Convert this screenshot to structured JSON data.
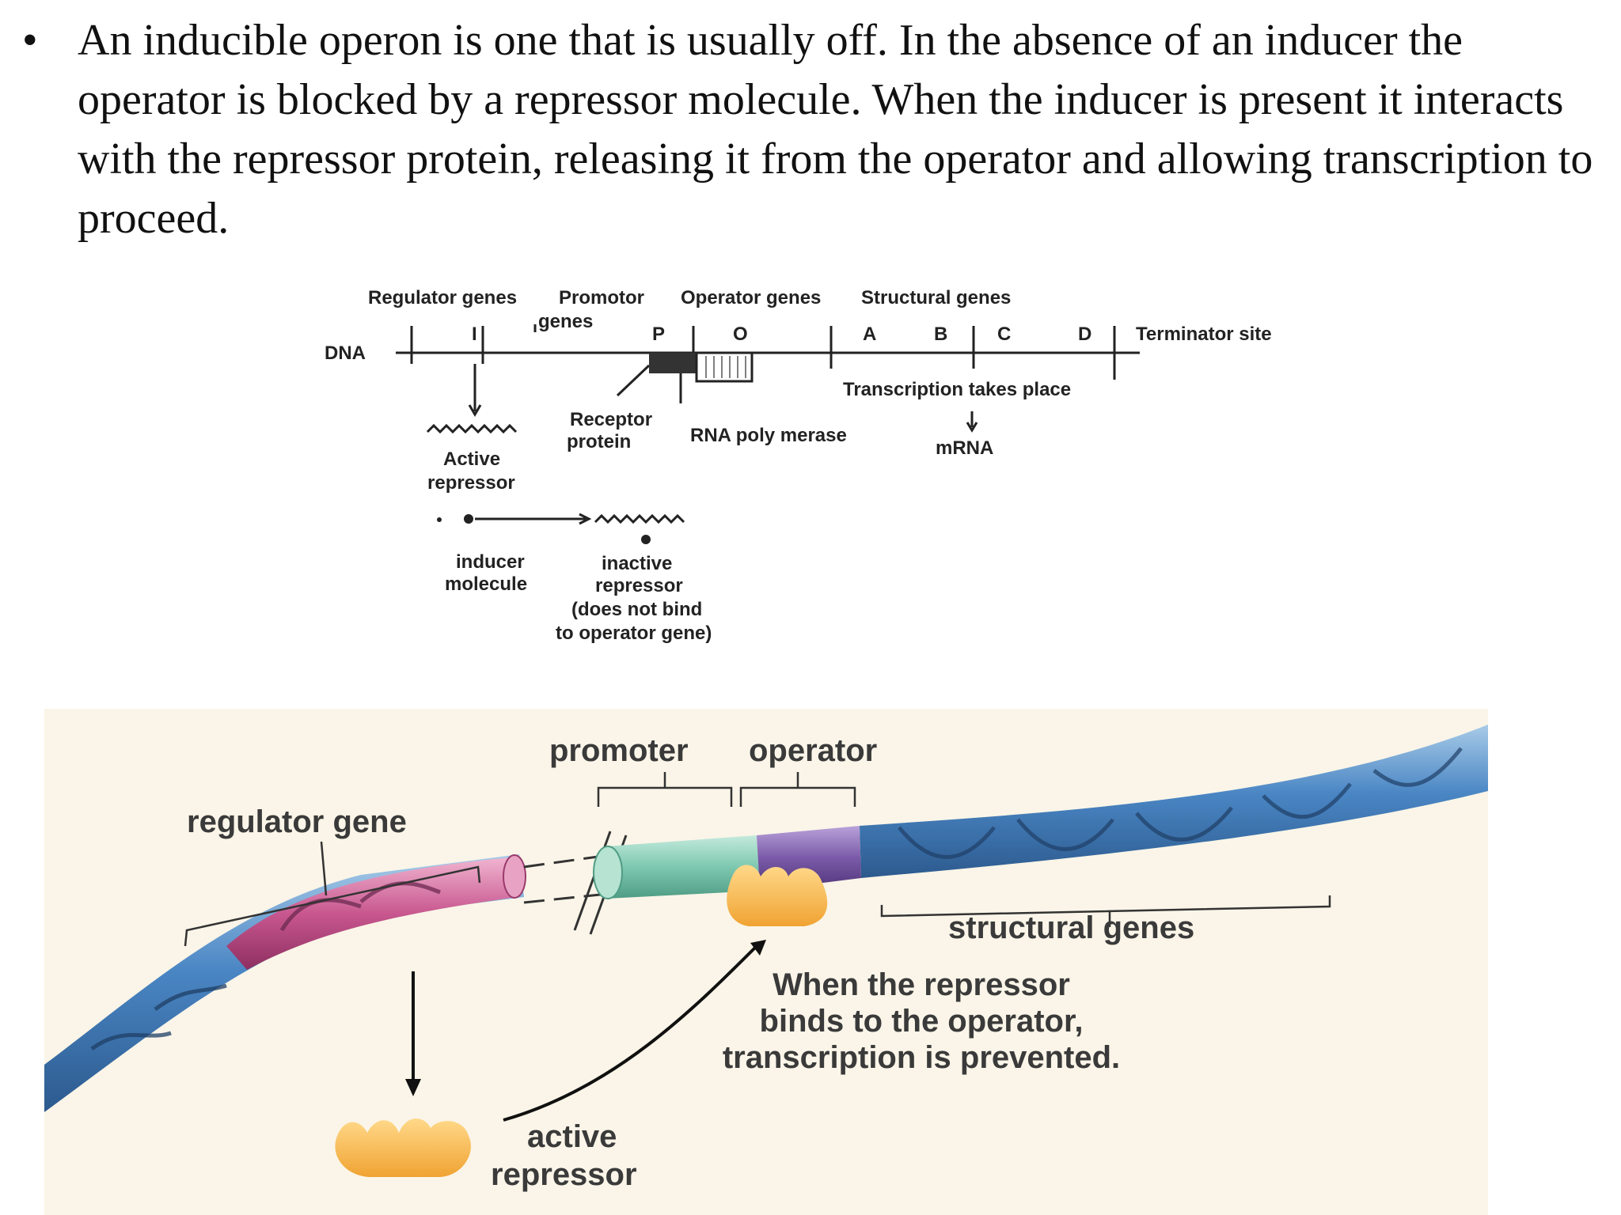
{
  "bullet": {
    "symbol": "•",
    "text": "An inducible operon is one that is usually off. In the absence of an inducer the operator is blocked by a repressor molecule. When the inducer is present it interacts with the repressor protein, releasing it from the operator and allowing transcription to proceed."
  },
  "sketch": {
    "regulator_genes": "Regulator genes",
    "promotor": "Promotor",
    "genes": "genes",
    "operator_genes": "Operator genes",
    "structural_genes": "Structural genes",
    "dna": "DNA",
    "i": "I",
    "p": "P",
    "o": "O",
    "a": "A",
    "b": "B",
    "c": "C",
    "d": "D",
    "terminator_site": "Terminator site",
    "transcription": "Transcription takes place",
    "receptor": "Receptor",
    "protein": "protein",
    "rna_polymerase": "RNA poly merase",
    "mrna": "mRNA",
    "active": "Active",
    "repressor": "repressor",
    "inducer": "inducer",
    "molecule": "molecule",
    "inactive": "inactive",
    "repressor2": "repressor",
    "does_not_bind": "(does not bind",
    "to_operator": "to operator gene)"
  },
  "illustration": {
    "promoter": "promoter",
    "operator": "operator",
    "regulator_gene": "regulator gene",
    "structural_genes": "structural genes",
    "caption_line1": "When the repressor",
    "caption_line2": "binds to the operator,",
    "caption_line3": "transcription is prevented.",
    "active": "active",
    "repressor": "repressor"
  },
  "colors": {
    "panel_bg": "#faf5e8",
    "dna_blue": "#4a86c4",
    "regulator_pink": "#c8578f",
    "promoter_teal": "#7ec8b0",
    "operator_purple": "#7a5aa8",
    "repressor_orange": "#f3b447"
  }
}
